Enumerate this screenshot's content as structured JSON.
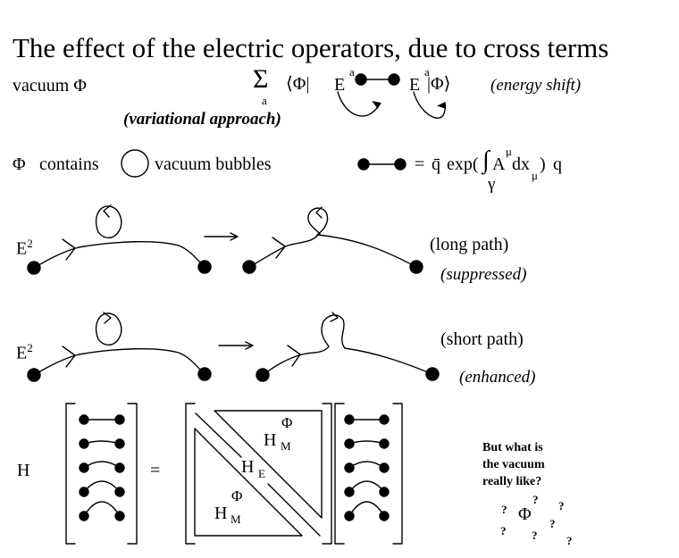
{
  "title": "The effect of the electric operators, due to cross terms",
  "row1": {
    "vacuum_label": "vacuum",
    "phi": "Φ",
    "sum_symbol": "Σ",
    "sum_index": "a",
    "bra": "⟨Φ|",
    "op_left": "E",
    "op_left_sup": "a",
    "op_right": "E",
    "op_right_sup": "a",
    "ket": "|Φ⟩",
    "energy_note": "(energy shift)",
    "variational_note": "(variational approach)"
  },
  "row2": {
    "phi": "Φ",
    "contains": "contains",
    "vacuum_bubbles": "vacuum bubbles",
    "equals": "=",
    "qbar": "q̄",
    "exp": "exp(",
    "integral": "∫",
    "A": "A",
    "A_sup": "μ",
    "dx": "dx",
    "dx_sub": "μ",
    "close": ")",
    "q": "q",
    "path": "γ"
  },
  "long_path": {
    "operator": "E",
    "operator_sup": "2",
    "arrow": "→",
    "label": "(long path)",
    "effect": "(suppressed)"
  },
  "short_path": {
    "operator": "E",
    "operator_sup": "2",
    "arrow": "→",
    "label": "(short path)",
    "effect": "(enhanced)"
  },
  "matrix_equation": {
    "H": "H",
    "equals": "=",
    "upper_block": "H",
    "upper_block_sup": "Φ",
    "upper_block_sub": "M",
    "diag_block": "H",
    "diag_block_sub": "E",
    "lower_block": "H",
    "lower_block_sup": "Φ",
    "lower_block_sub": "M",
    "vector_states": [
      "straight link",
      "slightly bent link",
      "bent link",
      "arched link",
      "high arch link"
    ]
  },
  "question": {
    "lines": [
      "But what is",
      "the vacuum",
      "really like?"
    ],
    "phi": "Φ",
    "mark": "?"
  }
}
